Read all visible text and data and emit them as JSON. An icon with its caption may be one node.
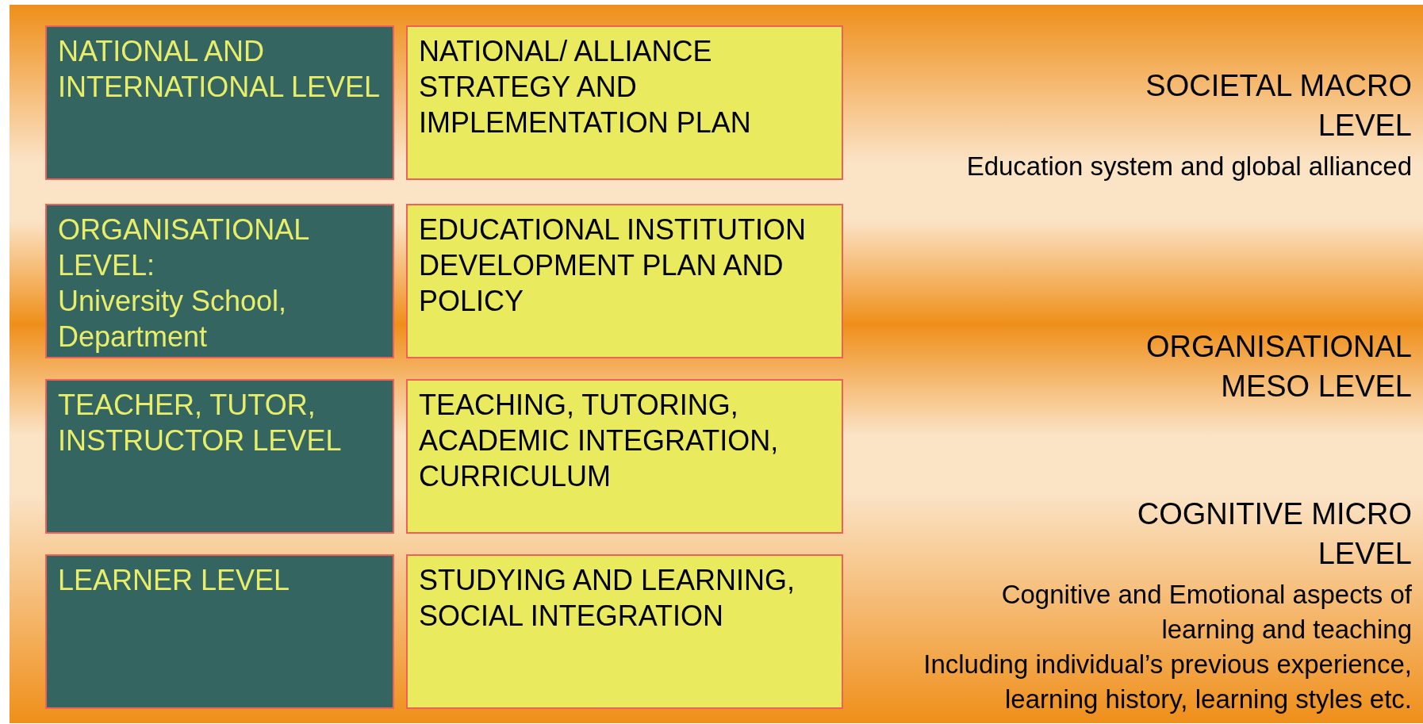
{
  "diagram": {
    "nodes": [
      {
        "text": [
          "NATIONAL AND INTERNATIONAL LEVEL"
        ]
      },
      {
        "text": [
          "NATIONAL/ ALLIANCE STRATEGY AND IMPLEMENTATION PLAN"
        ]
      },
      {
        "text": [
          "ORGANISATIONAL LEVEL:",
          "University School, Department"
        ]
      },
      {
        "text": [
          "EDUCATIONAL INSTITUTION DEVELOPMENT PLAN AND POLICY"
        ]
      },
      {
        "text": [
          "TEACHER, TUTOR, INSTRUCTOR LEVEL"
        ]
      },
      {
        "text": [
          "TEACHING, TUTORING, ACADEMIC INTEGRATION, CURRICULUM"
        ]
      },
      {
        "text": [
          "LEARNER LEVEL"
        ]
      },
      {
        "text": [
          "STUDYING AND LEARNING, SOCIAL INTEGRATION"
        ]
      }
    ],
    "edges": [],
    "labels": [
      "SOCIETAL MACRO LEVEL",
      "Education system and global allianced",
      "ORGANISATIONAL MESO LEVEL",
      "COGNITIVE MICRO LEVEL",
      "Cognitive and Emotional aspects of learning and teaching",
      "Including individual’s previous experience, learning history, learning styles etc."
    ]
  }
}
